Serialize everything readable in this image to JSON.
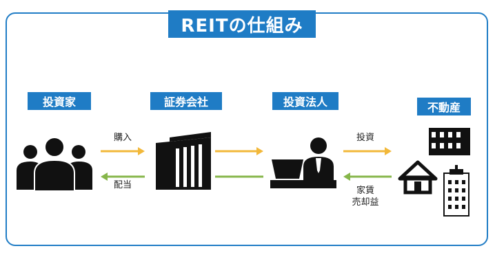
{
  "title": "REITの仕組み",
  "nodes": {
    "investors": {
      "label": "投資家",
      "icon": "people-icon"
    },
    "securities": {
      "label": "証券会社",
      "icon": "building-icon"
    },
    "corporation": {
      "label": "投資法人",
      "icon": "businessman-desk-icon"
    },
    "real_estate": {
      "label": "不動産",
      "icon": "real-estate-icon"
    }
  },
  "flows": {
    "purchase": "購入",
    "dividend": "配当",
    "investment": "投資",
    "rent": "家賃",
    "sale_profit": "売却益"
  },
  "colors": {
    "primary": "#1f7cc5",
    "forward_arrow": "#f2b83a",
    "return_arrow": "#86b64a",
    "icon": "#111111"
  }
}
